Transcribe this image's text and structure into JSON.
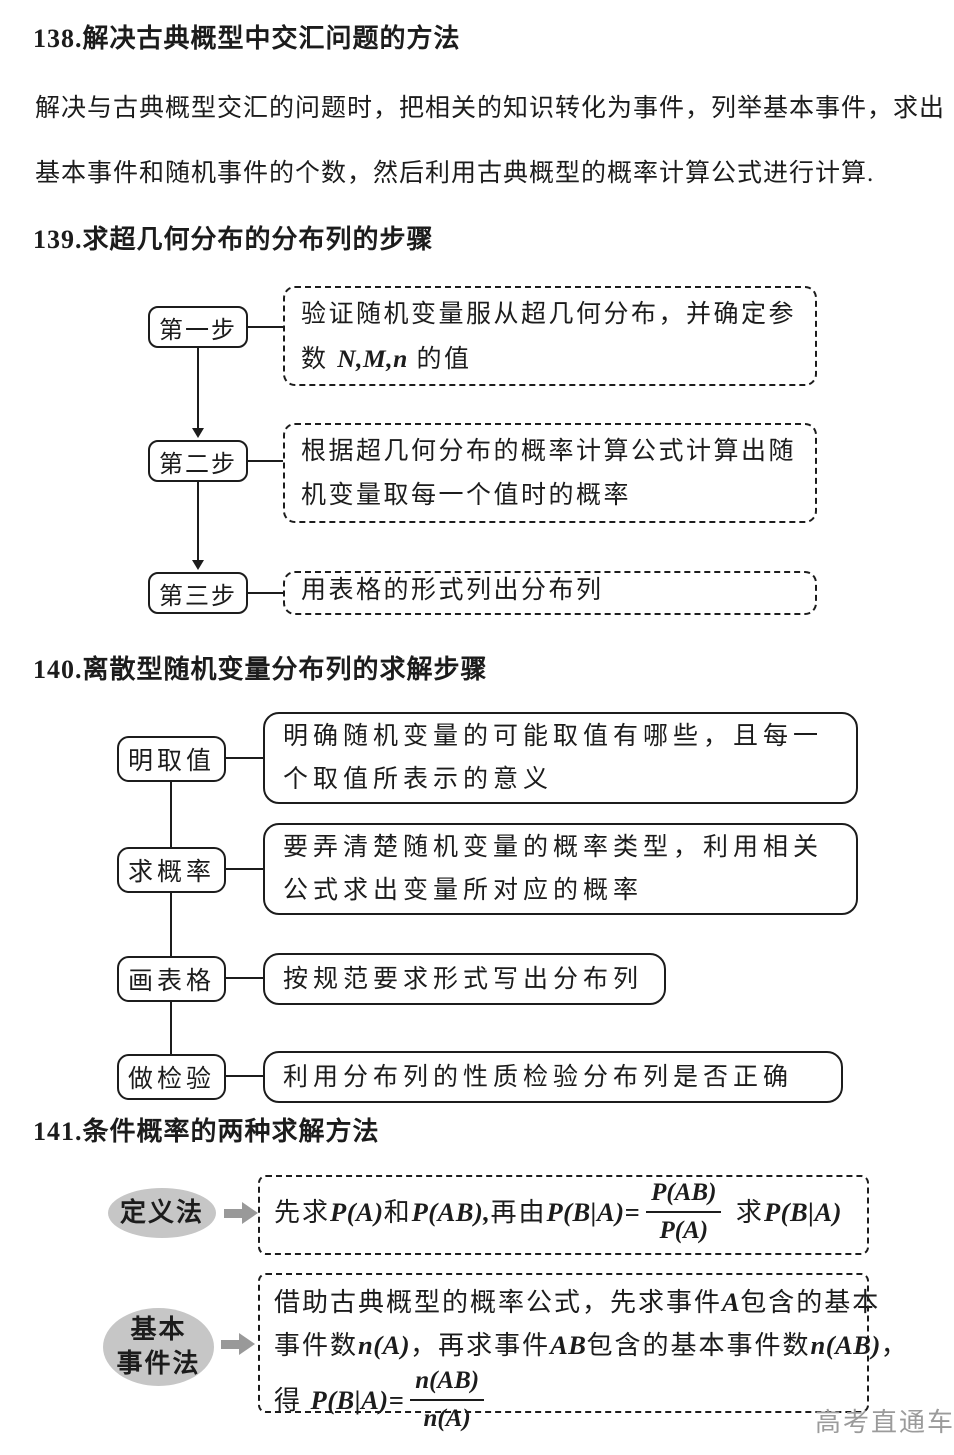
{
  "colors": {
    "background": "#ffffff",
    "text": "#1c1c1c",
    "ellipse_fill": "#c6c6c6",
    "arrow_gray": "#999999",
    "watermark": "#9b9b9b"
  },
  "sections": {
    "s138": {
      "heading": "138.解决古典概型中交汇问题的方法",
      "para_line1": "解决与古典概型交汇的问题时，把相关的知识转化为事件，列举基本事件，求出",
      "para_line2": "基本事件和随机事件的个数，然后利用古典概型的概率计算公式进行计算."
    },
    "s139": {
      "heading": "139.求超几何分布的分布列的步骤",
      "steps": [
        {
          "label": "第一步",
          "lines": [
            [
              {
                "t": "验证随机变量服从超几何分布，并确定参"
              }
            ],
            [
              {
                "t": "数 "
              },
              {
                "m": "N,M,n"
              },
              {
                "t": " 的值"
              }
            ]
          ]
        },
        {
          "label": "第二步",
          "lines": [
            [
              {
                "t": "根据超几何分布的概率计算公式计算出随"
              }
            ],
            [
              {
                "t": "机变量取每一个值时的概率"
              }
            ]
          ]
        },
        {
          "label": "第三步",
          "lines": [
            [
              {
                "t": "用表格的形式列出分布列"
              }
            ]
          ]
        }
      ]
    },
    "s140": {
      "heading": "140.离散型随机变量分布列的求解步骤",
      "steps": [
        {
          "label": "明取值",
          "lines": [
            "明确随机变量的可能取值有哪些，且每一",
            "个取值所表示的意义"
          ]
        },
        {
          "label": "求概率",
          "lines": [
            "要弄清楚随机变量的概率类型，利用相关",
            "公式求出变量所对应的概率"
          ]
        },
        {
          "label": "画表格",
          "lines": [
            "按规范要求形式写出分布列"
          ]
        },
        {
          "label": "做检验",
          "lines": [
            "利用分布列的性质检验分布列是否正确"
          ]
        }
      ]
    },
    "s141": {
      "heading": "141.条件概率的两种求解方法",
      "methods": [
        {
          "label_lines": [
            "定义法"
          ],
          "lines": [
            [
              {
                "t": "先求"
              },
              {
                "m": "P(A)"
              },
              {
                "t": "和"
              },
              {
                "m": "P(AB),"
              },
              {
                "t": "再由"
              },
              {
                "m": "P(B|A)="
              },
              {
                "frac": {
                  "n": "P(AB)",
                  "d": "P(A)"
                }
              },
              {
                "t": " 求"
              },
              {
                "m": "P(B|A)"
              }
            ]
          ]
        },
        {
          "label_lines": [
            "基本",
            "事件法"
          ],
          "lines": [
            [
              {
                "t": "借助古典概型的概率公式，先求事件"
              },
              {
                "m": "A"
              },
              {
                "t": "包含的基本"
              }
            ],
            [
              {
                "t": "事件数"
              },
              {
                "m": "n(A)"
              },
              {
                "t": "，再求事件"
              },
              {
                "m": "AB"
              },
              {
                "t": "包含的基本事件数"
              },
              {
                "m": "n(AB)"
              },
              {
                "t": "，"
              }
            ],
            [
              {
                "t": "得 "
              },
              {
                "m": "P(B|A)="
              },
              {
                "frac": {
                  "n": "n(AB)",
                  "d": "n(A)"
                }
              }
            ]
          ]
        }
      ]
    }
  },
  "watermark": "高考直通车"
}
